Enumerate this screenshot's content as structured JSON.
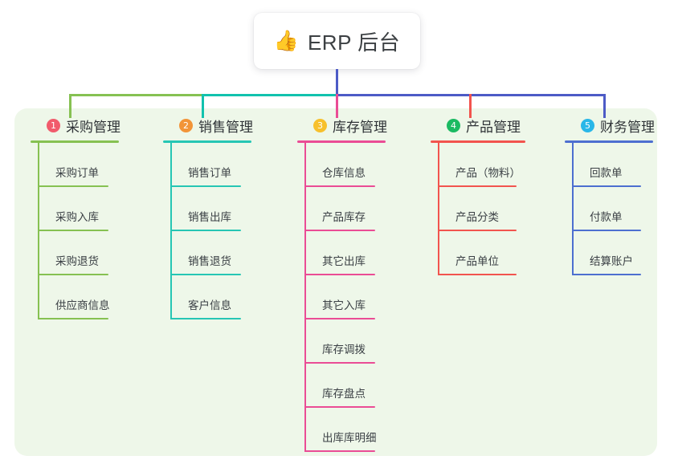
{
  "diagram": {
    "type": "mindmap-tree",
    "root": {
      "icon": "thumbs-up-icon",
      "emoji": "👍",
      "title": "ERP 后台"
    },
    "palette": {
      "panel_bg": "#eef7e9",
      "page_bg": "#ffffff",
      "root_stem": "#4d5bc6",
      "bus_segment_1": "#7cb54e",
      "bus_segment_2": "#12c2ae",
      "bus_segment_3": "#4d5bc6"
    },
    "branches": [
      {
        "number": "1",
        "title": "采购管理",
        "badge_color": "#f15b6c",
        "line_color": "#86c152",
        "drop_color": "#7cb54e",
        "items": [
          "采购订单",
          "采购入库",
          "采购退货",
          "供应商信息"
        ]
      },
      {
        "number": "2",
        "title": "销售管理",
        "badge_color": "#f29438",
        "line_color": "#26c6b4",
        "drop_color": "#12c2ae",
        "items": [
          "销售订单",
          "销售出库",
          "销售退货",
          "客户信息"
        ]
      },
      {
        "number": "3",
        "title": "库存管理",
        "badge_color": "#f7c02c",
        "line_color": "#ea4c95",
        "drop_color": "#ea4c95",
        "items": [
          "仓库信息",
          "产品库存",
          "其它出库",
          "其它入库",
          "库存调拨",
          "库存盘点",
          "出库库明细"
        ]
      },
      {
        "number": "4",
        "title": "产品管理",
        "badge_color": "#1bba62",
        "line_color": "#f2544e",
        "drop_color": "#f2544e",
        "items": [
          "产品（物料）",
          "产品分类",
          "产品单位"
        ]
      },
      {
        "number": "5",
        "title": "财务管理",
        "badge_color": "#29b7e8",
        "line_color": "#4d6fd0",
        "drop_color": "#4d5bc6",
        "items": [
          "回款单",
          "付款单",
          "结算账户"
        ]
      }
    ]
  }
}
